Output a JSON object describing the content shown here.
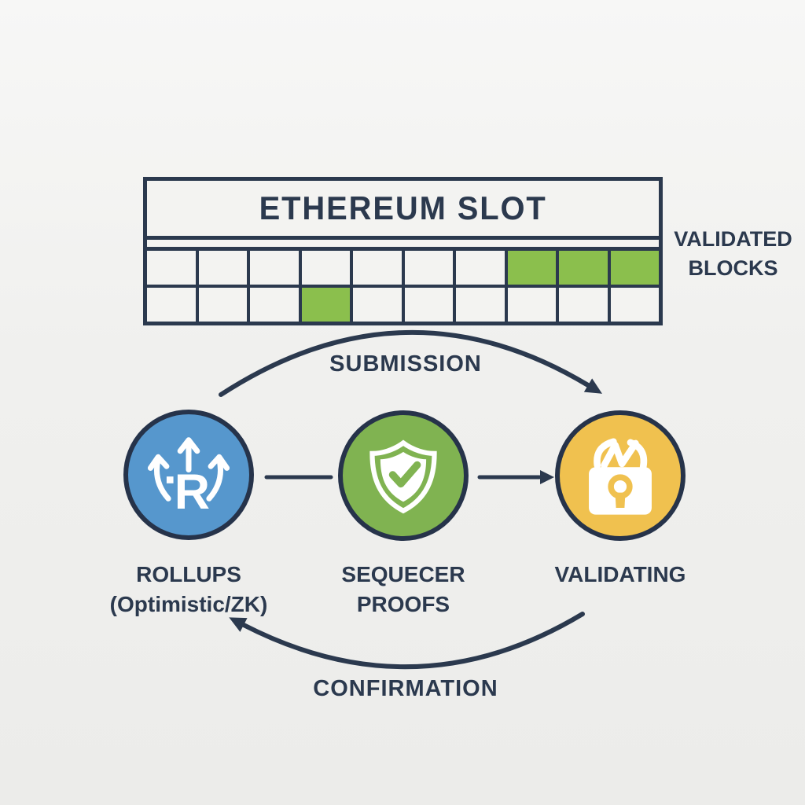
{
  "slot_table": {
    "title": "ETHEREUM SLOT",
    "columns": 10,
    "validated_rows": [
      [
        0,
        0,
        0,
        0,
        0,
        0,
        0,
        1,
        1,
        1
      ],
      [
        0,
        0,
        0,
        1,
        0,
        0,
        0,
        0,
        0,
        0
      ]
    ],
    "side_label_line1": "VALIDATED",
    "side_label_line2": "BLOCKS"
  },
  "nodes": [
    {
      "id": "rollups",
      "icon": "rollup-arrows-icon",
      "color": "#5697cd",
      "icon_letter": "R",
      "label_line1": "ROLLUPS",
      "label_line2": "(Optimistic/ZK)"
    },
    {
      "id": "sequencer-proofs",
      "icon": "shield-check-icon",
      "color": "#80b351",
      "label_line1": "SEQUECER",
      "label_line2": "PROOFS"
    },
    {
      "id": "validating",
      "icon": "padlock-icon",
      "color": "#f0c14f",
      "label_line1": "VALIDATING",
      "label_line2": ""
    }
  ],
  "flows": {
    "submission": "SUBMISSION",
    "confirmation": "CONFIRMATION"
  },
  "colors": {
    "outline_navy": "#2b394e",
    "validated_green": "#8bbf4d",
    "rollups_blue": "#5697cd",
    "proofs_green": "#80b351",
    "validating_yellow": "#f0c14f",
    "background": "#f1f1ef"
  }
}
